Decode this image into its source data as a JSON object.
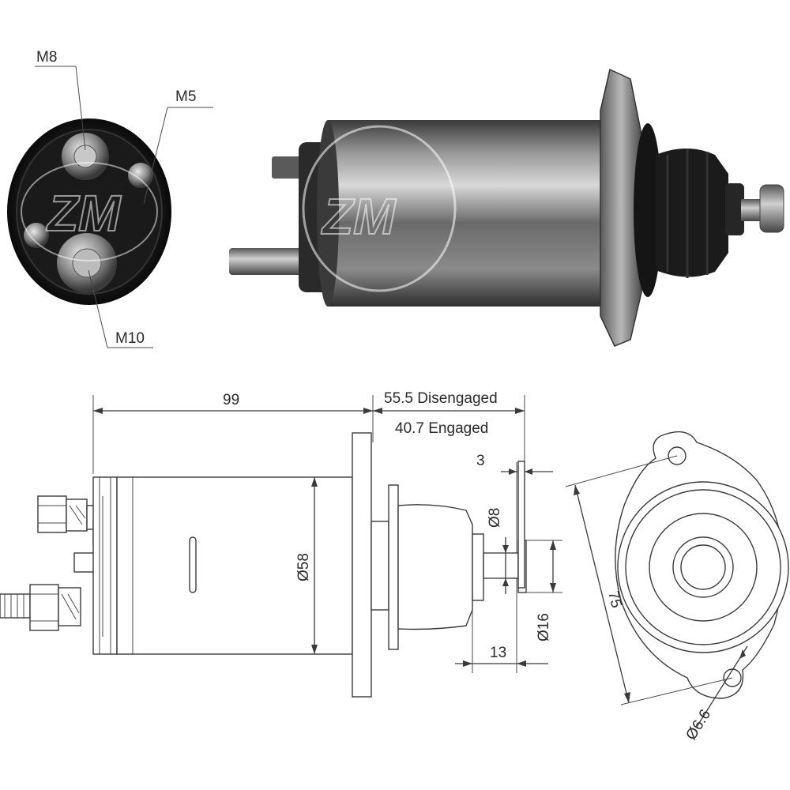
{
  "photo_labels": {
    "m8": "M8",
    "m5": "M5",
    "m10": "M10"
  },
  "dimensions": {
    "length": "99",
    "travel_disengaged": "55.5 Disengaged",
    "travel_engaged": "40.7 Engaged",
    "gap": "3",
    "plunger_diameter": "Ø8",
    "body_diameter": "Ø58",
    "head_diameter": "Ø16",
    "head_offset": "13",
    "flange_spacing": "75",
    "hole_diameter": "Ø6.6"
  },
  "watermark_logo_text": "ZM",
  "colors": {
    "body_metal": "#6b6b6b",
    "dark": "#1c1c1c",
    "line": "#3a3a3a"
  }
}
